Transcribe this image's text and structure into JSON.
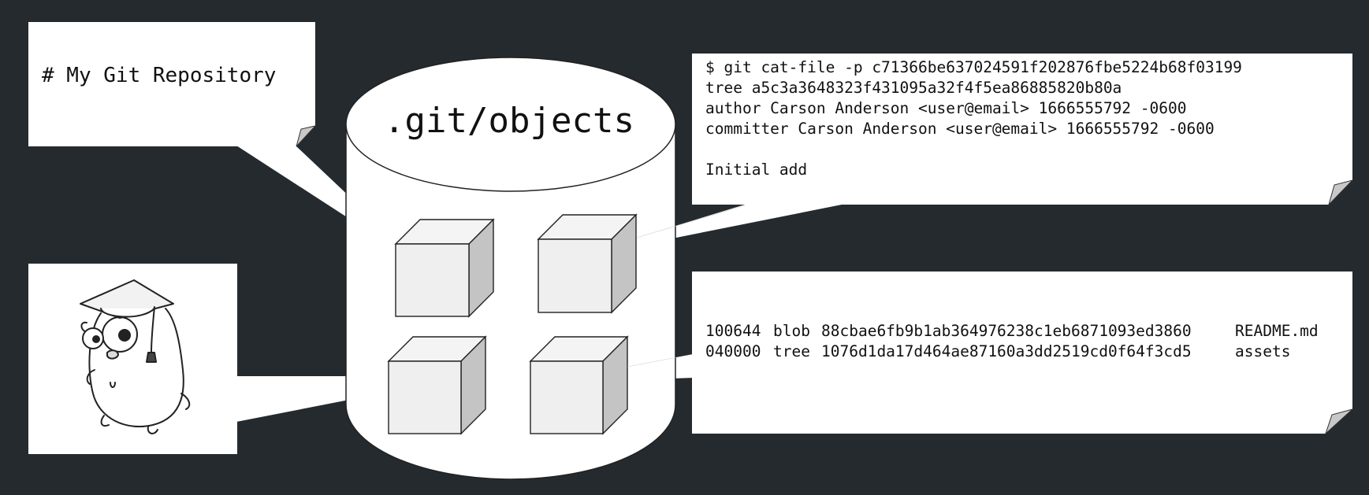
{
  "diagram": {
    "store_label": ".git/objects",
    "readme_note": {
      "text": "# My Git Repository"
    },
    "commit_note": {
      "lines": [
        "$ git cat-file -p c71366be637024591f202876fbe5224b68f03199",
        "tree a5c3a3648323f431095a32f4f5ea86885820b80a",
        "author Carson Anderson <user@email> 1666555792 -0600",
        "committer Carson Anderson <user@email> 1666555792 -0600",
        "",
        "Initial add"
      ]
    },
    "tree_note": {
      "rows": [
        {
          "mode": "100644",
          "type": "blob",
          "hash": "88cbae6fb9b1ab364976238c1eb6871093ed3860",
          "name": "README.md"
        },
        {
          "mode": "040000",
          "type": "tree",
          "hash": "1076d1da17d464ae87160a3dd2519cd0f64f3cd5",
          "name": "assets"
        }
      ]
    },
    "image_note": {
      "description_icon": "gopher-graduate-icon"
    },
    "objects": [
      {
        "id": "blob-readme"
      },
      {
        "id": "commit"
      },
      {
        "id": "blob-image"
      },
      {
        "id": "tree"
      }
    ]
  },
  "colors": {
    "background": "#252a2e",
    "paper": "#ffffff",
    "cube_front": "#efefef",
    "cube_top": "#f4f4f4",
    "cube_side": "#c4c4c4",
    "stroke": "#222222",
    "fold": "#c8c8c8"
  }
}
